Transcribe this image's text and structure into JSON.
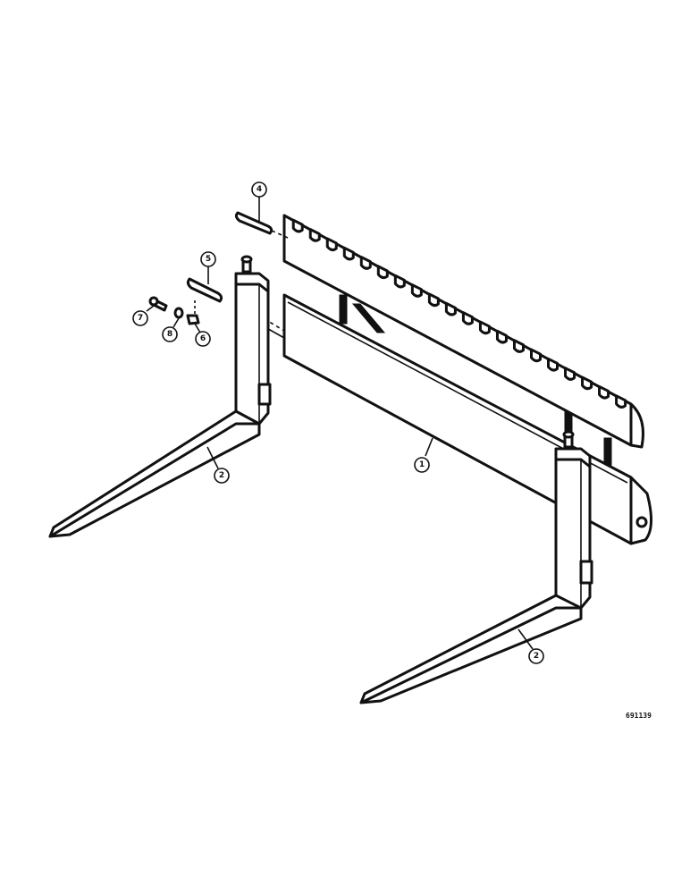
{
  "callouts": {
    "c1": "1",
    "c2a": "2",
    "c2b": "2",
    "c4": "4",
    "c5": "5",
    "c6": "6",
    "c7": "7",
    "c8": "8"
  },
  "drawing_number": "691139",
  "colors": {
    "ink": "#111111",
    "paper": "#ffffff"
  }
}
